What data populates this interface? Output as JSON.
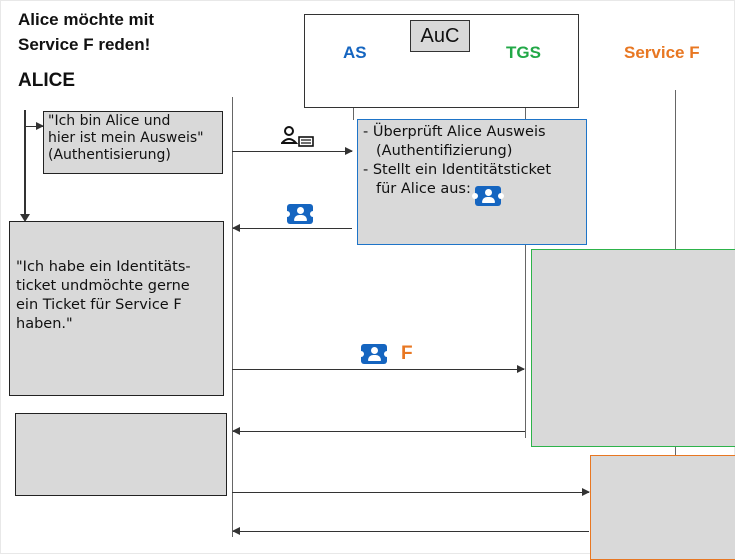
{
  "title": "Alice möchte mit Service F reden!",
  "title_line1": "Alice möchte mit",
  "title_line2": "Service F reden!",
  "alice_label": "ALICE",
  "auc": {
    "label": "AuC",
    "as_label": "AS",
    "tgs_label": "TGS"
  },
  "service_f_label": "Service F",
  "messages": {
    "alice_intro": [
      "\"Ich bin Alice und",
      "hier ist mein Ausweis\"",
      "(Authentisierung)"
    ],
    "as_process": [
      "- Überprüft Alice Ausweis",
      "(Authentifizierung)",
      "- Stellt ein Identitätsticket",
      "für Alice aus:"
    ],
    "alice_request": [
      "\"Ich habe ein Identitäts-",
      "ticket undmöchte gerne",
      "ein Ticket für Service F",
      "haben.\""
    ],
    "ticket_f_label": "F"
  },
  "colors": {
    "as": "#1565c0",
    "tgs": "#22a847",
    "service_f": "#e87722",
    "ticket": "#1565c0",
    "box_fill": "#d9d9d9"
  },
  "icons": [
    "person-id-icon",
    "ticket-badge-icon"
  ]
}
